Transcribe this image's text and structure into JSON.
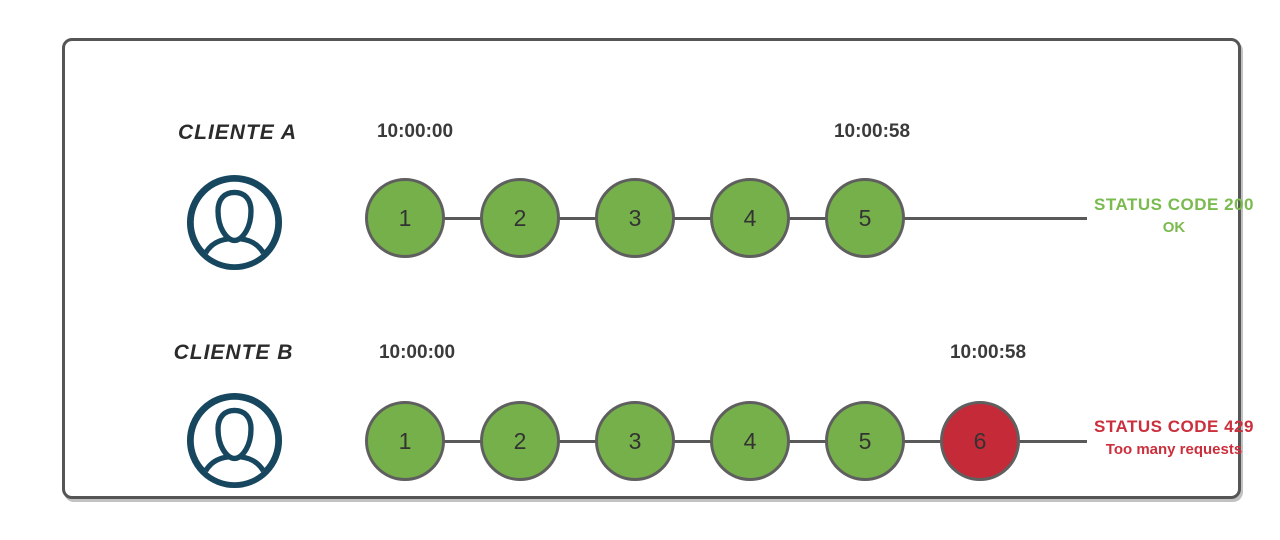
{
  "diagram_title": "rate-limiting-clients-diagram",
  "colors": {
    "green": "#76b04a",
    "red": "#c52a38",
    "navy": "#17465f",
    "line": "#595959",
    "circle_border": "#5f5f5f",
    "frame_border": "#555555",
    "status_ok": "#7aba4e",
    "status_error": "#cb2f3c",
    "timestamp": "#3a3a3a",
    "label": "#2b2b2b",
    "number": "#333333"
  },
  "rows": [
    {
      "client_label": "CLIENTE A",
      "avatar_icon": "user-silhouette-icon",
      "start_time": "10:00:00",
      "end_time": "10:00:58",
      "requests": [
        {
          "label": "1",
          "status": "ok"
        },
        {
          "label": "2",
          "status": "ok"
        },
        {
          "label": "3",
          "status": "ok"
        },
        {
          "label": "4",
          "status": "ok"
        },
        {
          "label": "5",
          "status": "ok"
        }
      ],
      "status": {
        "line1": "STATUS CODE 200",
        "line2": "OK",
        "type": "ok"
      }
    },
    {
      "client_label": "CLIENTE B",
      "avatar_icon": "user-silhouette-icon",
      "start_time": "10:00:00",
      "end_time": "10:00:58",
      "requests": [
        {
          "label": "1",
          "status": "ok"
        },
        {
          "label": "2",
          "status": "ok"
        },
        {
          "label": "3",
          "status": "ok"
        },
        {
          "label": "4",
          "status": "ok"
        },
        {
          "label": "5",
          "status": "ok"
        },
        {
          "label": "6",
          "status": "blocked"
        }
      ],
      "status": {
        "line1": "STATUS CODE 429",
        "line2": "Too many requests",
        "type": "error"
      }
    }
  ]
}
